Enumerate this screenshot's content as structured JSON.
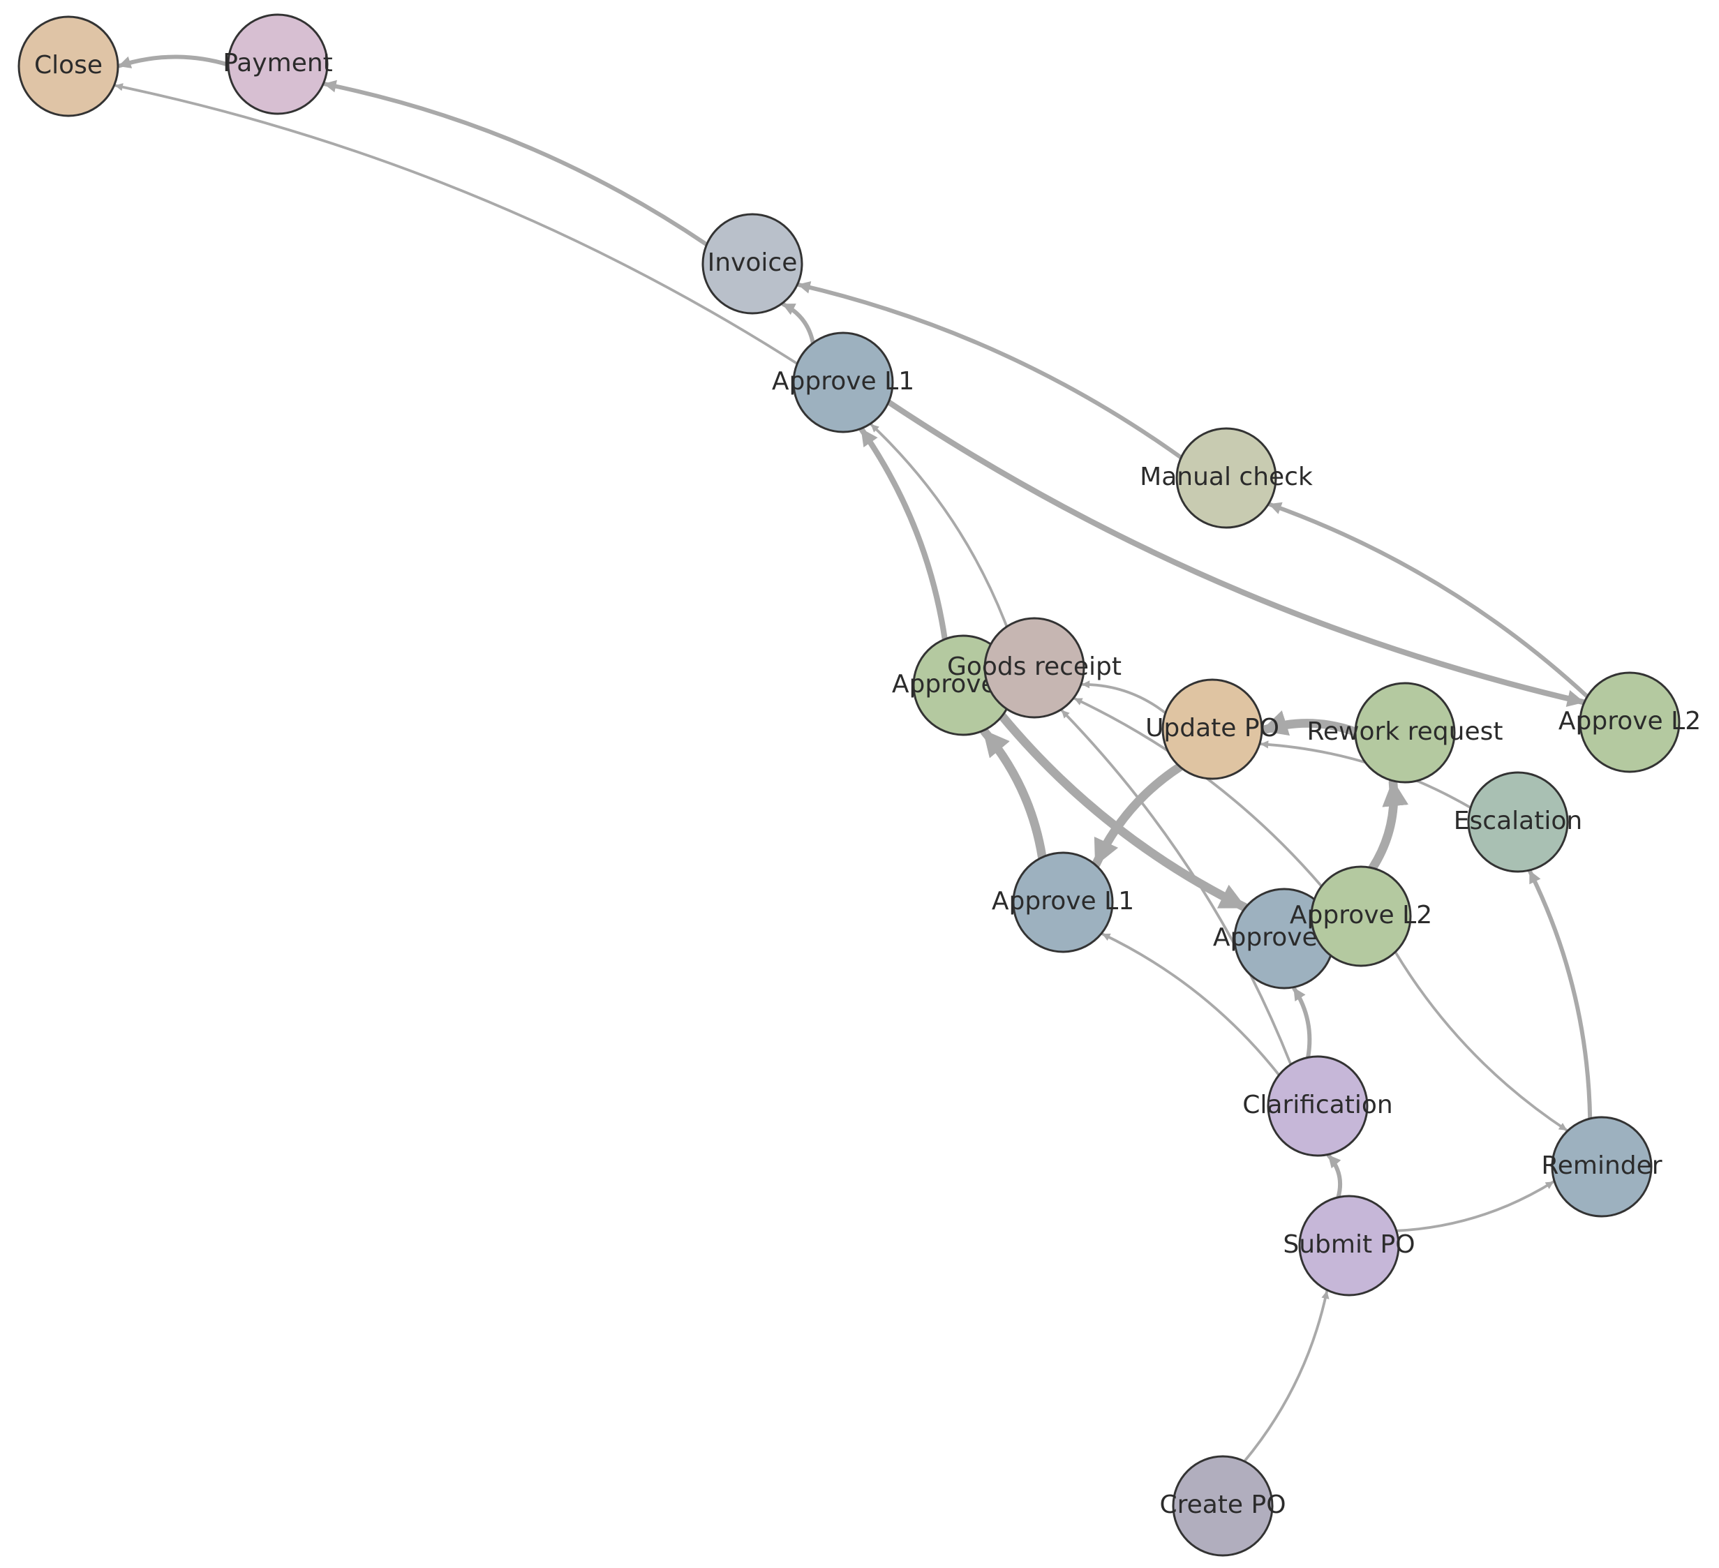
{
  "diagram": {
    "nodes": [
      {
        "id": "close",
        "label": "Close",
        "color": "#dfc4a6"
      },
      {
        "id": "payment",
        "label": "Payment",
        "color": "#d7bfd2"
      },
      {
        "id": "invoice",
        "label": "Invoice",
        "color": "#b9c0ca"
      },
      {
        "id": "approve_l1_top",
        "label": "Approve L1",
        "color": "#9db1bf"
      },
      {
        "id": "manual_check",
        "label": "Manual check",
        "color": "#c8cbb1"
      },
      {
        "id": "approve_l2_left",
        "label": "Approve L2",
        "color": "#b4c9a0"
      },
      {
        "id": "goods_receipt",
        "label": "Goods receipt",
        "color": "#c6b6b2"
      },
      {
        "id": "update_po",
        "label": "Update PO",
        "color": "#dfc4a2"
      },
      {
        "id": "rework_request",
        "label": "Rework request",
        "color": "#b4c9a0"
      },
      {
        "id": "approve_l2_right",
        "label": "Approve L2",
        "color": "#b4c9a0"
      },
      {
        "id": "escalation",
        "label": "Escalation",
        "color": "#a9c0b3"
      },
      {
        "id": "approve_l1_mid",
        "label": "Approve L1",
        "color": "#9db1bf"
      },
      {
        "id": "approve_l1_low",
        "label": "Approve L1",
        "color": "#9db1bf"
      },
      {
        "id": "approve_l2_low",
        "label": "Approve L2",
        "color": "#b4c9a0"
      },
      {
        "id": "clarification",
        "label": "Clarification",
        "color": "#c6b7d8"
      },
      {
        "id": "reminder",
        "label": "Reminder",
        "color": "#9db1bf"
      },
      {
        "id": "submit_po",
        "label": "Submit PO",
        "color": "#c6b7d8"
      },
      {
        "id": "create_po",
        "label": "Create PO",
        "color": "#b1aebe"
      }
    ],
    "edges": [
      {
        "from": "payment",
        "to": "close",
        "weight": 2
      },
      {
        "from": "approve_l1_top",
        "to": "close",
        "weight": 1
      },
      {
        "from": "invoice",
        "to": "payment",
        "weight": 2
      },
      {
        "from": "approve_l1_top",
        "to": "invoice",
        "weight": 2
      },
      {
        "from": "manual_check",
        "to": "invoice",
        "weight": 2
      },
      {
        "from": "approve_l2_right",
        "to": "manual_check",
        "weight": 2
      },
      {
        "from": "approve_l1_top",
        "to": "approve_l2_right",
        "weight": 3
      },
      {
        "from": "approve_l2_left",
        "to": "approve_l1_top",
        "weight": 3
      },
      {
        "from": "goods_receipt",
        "to": "approve_l1_top",
        "weight": 1
      },
      {
        "from": "approve_l1_mid",
        "to": "approve_l2_left",
        "weight": 5
      },
      {
        "from": "approve_l2_left",
        "to": "approve_l1_low",
        "weight": 5
      },
      {
        "from": "update_po",
        "to": "approve_l1_mid",
        "weight": 5
      },
      {
        "from": "rework_request",
        "to": "update_po",
        "weight": 5
      },
      {
        "from": "approve_l2_low",
        "to": "rework_request",
        "weight": 5
      },
      {
        "from": "escalation",
        "to": "update_po",
        "weight": 1
      },
      {
        "from": "update_po",
        "to": "goods_receipt",
        "weight": 1
      },
      {
        "from": "approve_l2_low",
        "to": "goods_receipt",
        "weight": 1
      },
      {
        "from": "clarification",
        "to": "goods_receipt",
        "weight": 1
      },
      {
        "from": "clarification",
        "to": "approve_l1_mid",
        "weight": 1
      },
      {
        "from": "clarification",
        "to": "approve_l1_low",
        "weight": 2
      },
      {
        "from": "submit_po",
        "to": "clarification",
        "weight": 2
      },
      {
        "from": "approve_l2_low",
        "to": "reminder",
        "weight": 1
      },
      {
        "from": "reminder",
        "to": "escalation",
        "weight": 2
      },
      {
        "from": "submit_po",
        "to": "reminder",
        "weight": 1
      },
      {
        "from": "create_po",
        "to": "submit_po",
        "weight": 1
      }
    ]
  }
}
